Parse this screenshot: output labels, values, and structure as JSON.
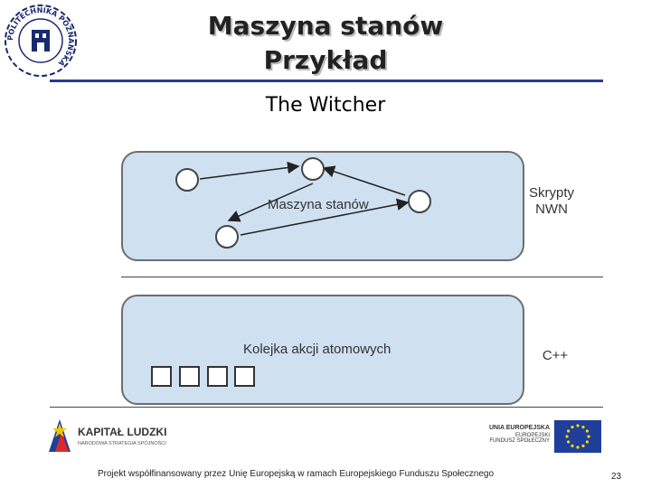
{
  "slide": {
    "title_line1": "Maszyna stanów",
    "title_line2": "Przykład",
    "subtitle": "The Witcher",
    "page_number": "23"
  },
  "diagram": {
    "top_panel_label": "Maszyna stanów",
    "top_panel_side": [
      "Skrypty",
      "NWN"
    ],
    "bottom_panel_label": "Kolejka akcji atomowych",
    "bottom_panel_side": "C++",
    "queue_boxes": 4
  },
  "logos": {
    "seal_text": "POLITECHNIKA POZNAŃSKA",
    "left_logo_title": "KAPITAŁ LUDZKI",
    "left_logo_subtitle": "NARODOWA STRATEGIA SPÓJNOŚCI",
    "eu_line1": "UNIA EUROPEJSKA",
    "eu_line2": "EUROPEJSKI",
    "eu_line3": "FUNDUSZ SPOŁECZNY"
  },
  "footer": {
    "text": "Projekt współfinansowany przez Unię Europejską w ramach Europejskiego Funduszu Społecznego"
  },
  "colors": {
    "rule": "#2a3a8c",
    "panel_fill": "#cfe0f1",
    "eu_blue": "#1f3f9a",
    "eu_star": "#ffd700"
  }
}
